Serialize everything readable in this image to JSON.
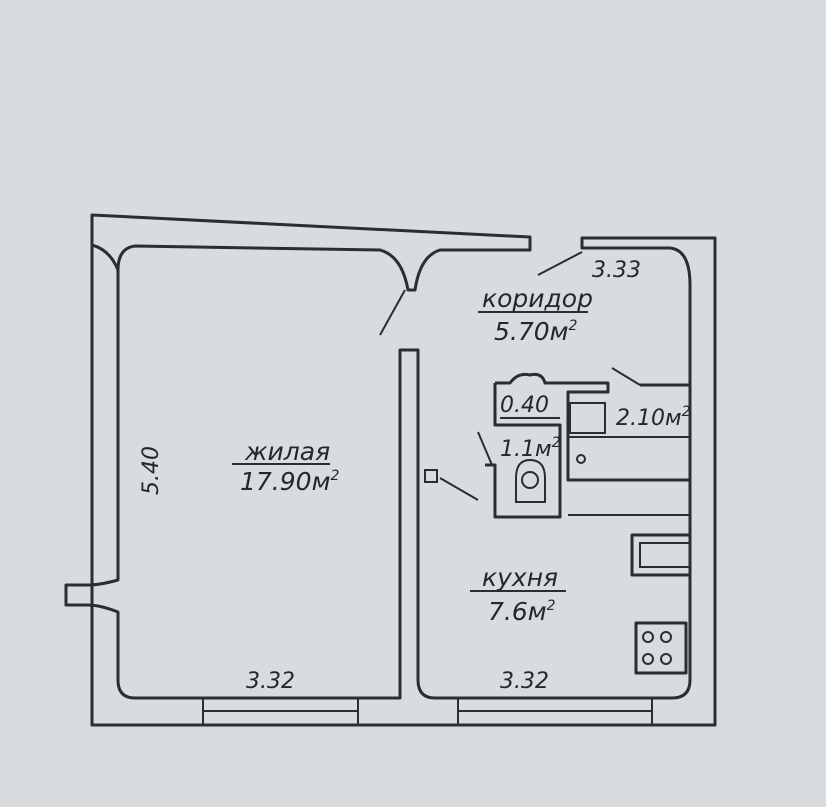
{
  "plan": {
    "rooms": [
      {
        "name": "жилая",
        "area": "17.90",
        "unit": "м",
        "sup": "2"
      },
      {
        "name": "коридор",
        "area": "5.70",
        "unit": "м",
        "sup": "2"
      },
      {
        "name": "кухня",
        "area": "7.6",
        "unit": "м",
        "sup": "2"
      }
    ],
    "bathroom": {
      "area": "1.1",
      "unit": "м",
      "sup": "2"
    },
    "closet": {
      "area": "0.40"
    },
    "bath": {
      "area": "2.10",
      "unit": "м",
      "sup": "2"
    },
    "dimensions": {
      "height_left": "5.40",
      "width_living": "3.32",
      "width_kitchen": "3.32",
      "width_corridor": "3.33"
    }
  }
}
